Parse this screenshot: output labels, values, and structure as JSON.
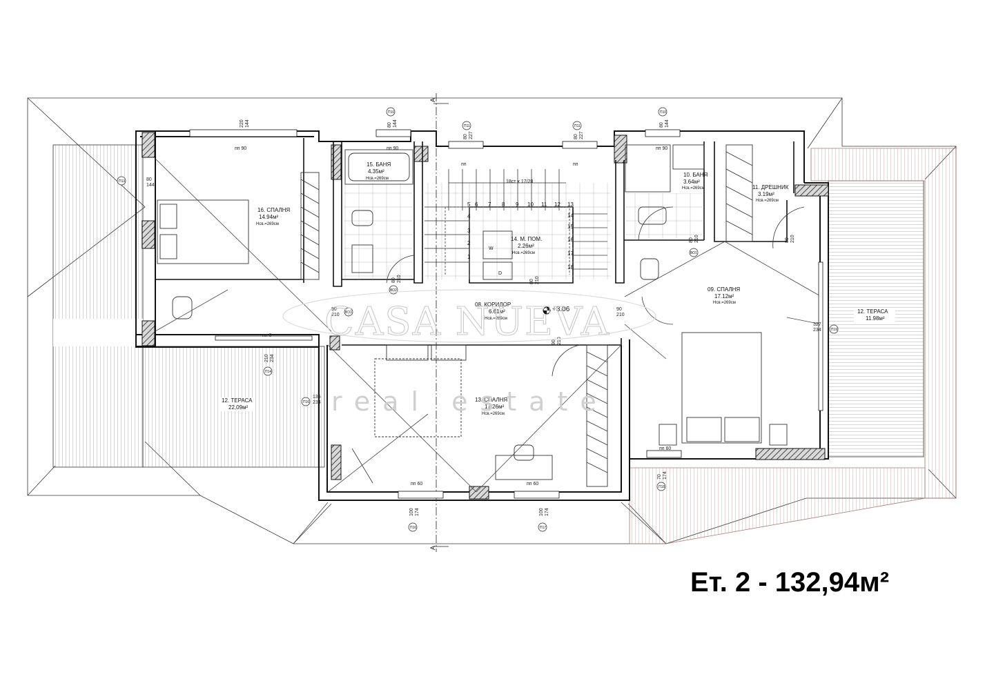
{
  "title": "Ет. 2 - 132,94м²",
  "watermark": {
    "brand": "CASA NUEVA",
    "tagline": "real estate"
  },
  "section_marker": "A",
  "level_mark": "+3.06",
  "stairs": {
    "label": "18ст х 17/28",
    "steps": [
      "1",
      "2",
      "3",
      "4",
      "5",
      "6",
      "7",
      "8",
      "9",
      "10",
      "11",
      "12",
      "13",
      "14",
      "15",
      "16",
      "17",
      "18"
    ]
  },
  "rooms": [
    {
      "id": "r16",
      "name": "16. СПАЛНЯ",
      "area": "14.94м²",
      "height": "Нсв.=269см"
    },
    {
      "id": "r15",
      "name": "15. БАНЯ",
      "area": "4.35м²",
      "height": "Нсв.=269см"
    },
    {
      "id": "r14",
      "name": "14. М. ПОМ.",
      "area": "2.26м²",
      "height": "Нсв.=269см"
    },
    {
      "id": "r10",
      "name": "10. БАНЯ",
      "area": "3.64м²",
      "height": "Нсв.=269см"
    },
    {
      "id": "r11",
      "name": "11. ДРЕШНИК",
      "area": "3.19м²",
      "height": "Нсв.=269см"
    },
    {
      "id": "r09",
      "name": "09. СПАЛНЯ",
      "area": "17.12м²",
      "height": "Нсв.=269см"
    },
    {
      "id": "r08",
      "name": "08. КОРИДОР",
      "area": "6.61м²",
      "height": "Нсв.=269см"
    },
    {
      "id": "r13",
      "name": "13. СПАЛНЯ",
      "area": "17.26м²",
      "height": "Нсв.=269см"
    },
    {
      "id": "t12a",
      "name": "12. ТЕРАСА",
      "area": "22,09м²",
      "height": ""
    },
    {
      "id": "t12b",
      "name": "12. ТЕРАСА",
      "area": "11.98м²",
      "height": ""
    }
  ],
  "dimensions": {
    "d1": [
      "220",
      "144"
    ],
    "d2": [
      "80",
      "144"
    ],
    "d3": [
      "80",
      "227"
    ],
    "d4": [
      "80",
      "227"
    ],
    "d5": [
      "80",
      "144"
    ],
    "d6": [
      "80",
      "144"
    ],
    "d7": [
      "90",
      "210"
    ],
    "d8": [
      "80",
      "210"
    ],
    "d9": [
      "80",
      "210"
    ],
    "d10": [
      "80",
      "210"
    ],
    "d11": [
      "90",
      "210"
    ],
    "d12": [
      "90",
      "210"
    ],
    "d13": [
      "210",
      "234"
    ],
    "d14": [
      "135",
      "234"
    ],
    "d15": [
      "327",
      "234"
    ],
    "d16": [
      "100",
      "174"
    ],
    "d17": [
      "100",
      "174"
    ],
    "d18": [
      "70",
      "174"
    ],
    "d19": [
      "80",
      "210"
    ],
    "d20": [
      "90",
      "210"
    ]
  },
  "sill_labels": {
    "s1": "пп 90",
    "s2": "пп 90",
    "s3": "пп 90",
    "s4": "пп",
    "s5": "пп",
    "s6": "пп 0",
    "s7": "пп 60",
    "s8": "пп 60",
    "s9": "пп 60"
  },
  "tags": {
    "t1": "П13",
    "t2": "П10",
    "t3": "П11",
    "t4": "П11",
    "t5": "П10",
    "t6": "П14",
    "t7": "П16",
    "t8": "П19",
    "t9": "П16",
    "t10": "П17",
    "t11": "П18",
    "t12": "ВО3",
    "t13": "ВО2",
    "t14": "ВО1"
  },
  "letters": {
    "w": "W",
    "d": "D"
  }
}
